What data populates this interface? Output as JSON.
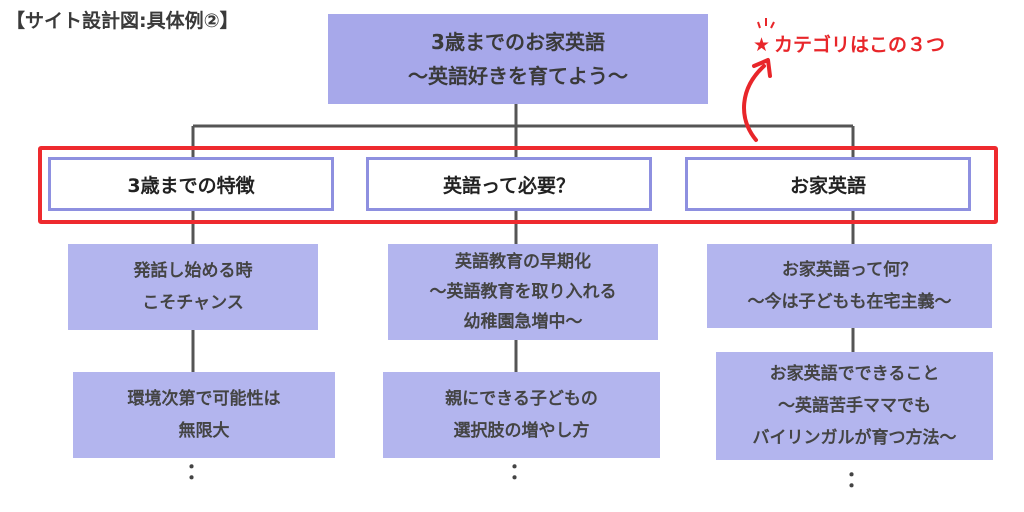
{
  "title": "【サイト設計図:具体例②】",
  "root": {
    "line1": "3歳までのお家英語",
    "line2": "〜英語好きを育てよう〜"
  },
  "note": {
    "star": "★",
    "text": "カテゴリはこの３つ"
  },
  "categories": [
    {
      "label": "3歳までの特徴",
      "children": [
        {
          "lines": [
            "発話し始める時",
            "こそチャンス"
          ]
        },
        {
          "lines": [
            "環境次第で可能性は",
            "無限大"
          ]
        }
      ]
    },
    {
      "label": "英語って必要？",
      "children": [
        {
          "lines": [
            "英語教育の早期化",
            "〜英語教育を取り入れる",
            "幼稚園急増中〜"
          ]
        },
        {
          "lines": [
            "親にできる子どもの",
            "選択肢の増やし方"
          ]
        }
      ]
    },
    {
      "label": "お家英語",
      "children": [
        {
          "lines": [
            "お家英語って何？",
            "〜今は子どもも在宅主義〜"
          ]
        },
        {
          "lines": [
            "お家英語でできること",
            "〜英語苦手ママでも",
            "バイリンガルが育つ方法〜"
          ]
        }
      ]
    }
  ],
  "ellipsis": "：",
  "colors": {
    "box": "#b3b5ee",
    "root": "#a7a8ea",
    "highlight": "#ee2a2e",
    "line": "#555555"
  }
}
